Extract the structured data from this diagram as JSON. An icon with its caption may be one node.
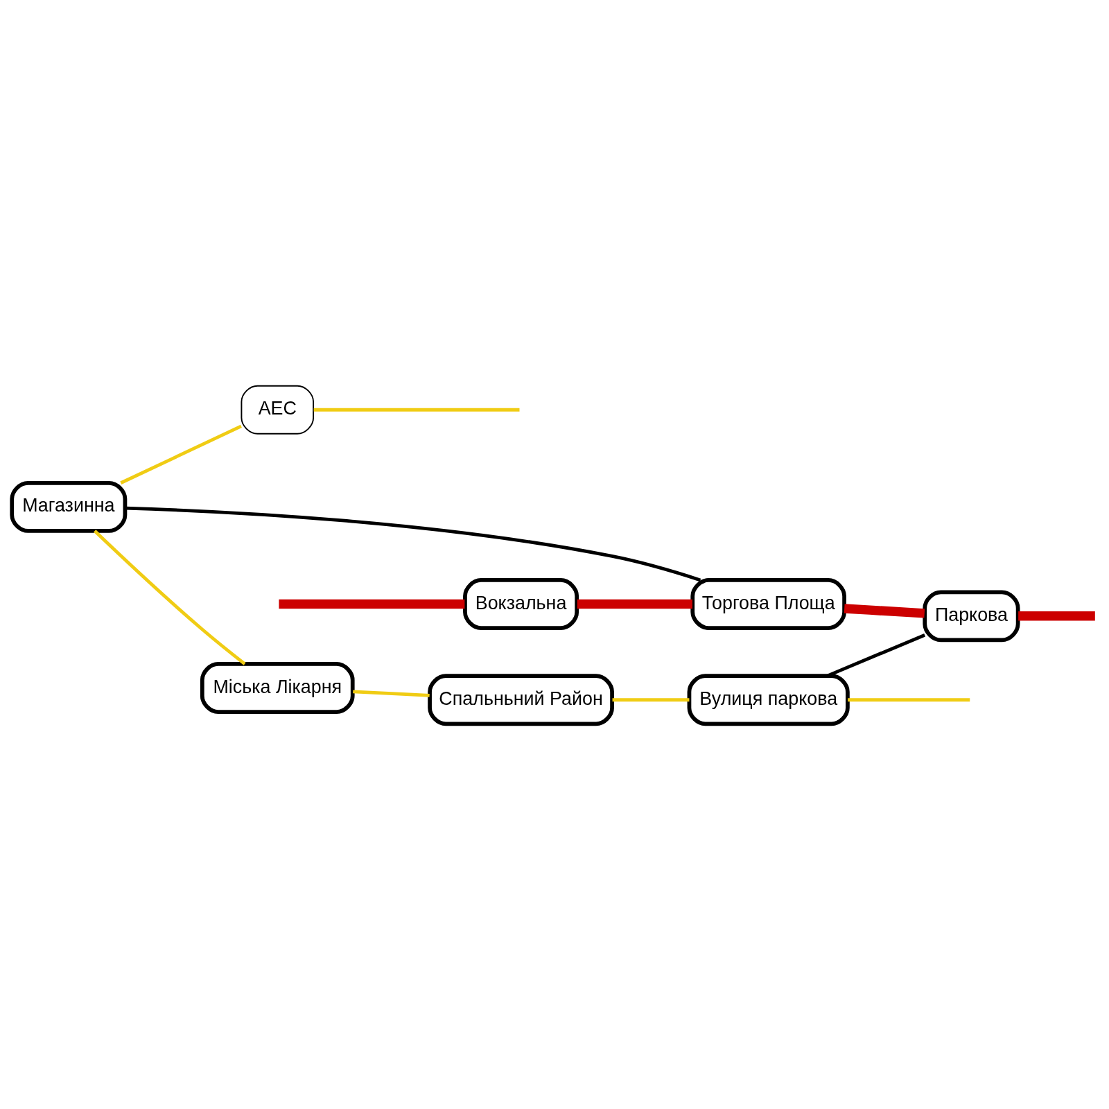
{
  "diagram": {
    "nodes": [
      {
        "text": [
          "Вокзальна"
        ]
      },
      {
        "text": [
          "Магазинна"
        ]
      },
      {
        "text": [
          "Торгова Площа"
        ]
      },
      {
        "text": [
          "Міська Лікарня"
        ]
      },
      {
        "text": [
          "Спальньний Район"
        ]
      },
      {
        "text": [
          "Вулиця паркова"
        ]
      },
      {
        "text": [
          "Паркова"
        ]
      },
      {
        "text": [
          "АЕС"
        ]
      }
    ],
    "edges": [
      {
        "from": null,
        "to": 0,
        "arrow": "none",
        "style": "thick",
        "color": "#cc0000"
      },
      {
        "from": 0,
        "to": 2,
        "arrow": "none",
        "style": "thick",
        "color": "#cc0000"
      },
      {
        "from": 2,
        "to": 6,
        "arrow": "none",
        "style": "thick",
        "color": "#cc0000"
      },
      {
        "from": 6,
        "to": null,
        "arrow": "none",
        "style": "thick",
        "color": "#cc0000"
      },
      {
        "from": 1,
        "to": 2,
        "arrow": "none",
        "color": "#000000"
      },
      {
        "from": 1,
        "to": 3,
        "arrow": "none",
        "color": "#f0cc14"
      },
      {
        "from": 3,
        "to": 4,
        "arrow": "none",
        "color": "#f0cc14"
      },
      {
        "from": 4,
        "to": 5,
        "arrow": "none",
        "color": "#f0cc14"
      },
      {
        "from": 5,
        "to": null,
        "arrow": "none",
        "color": "#f0cc14"
      },
      {
        "from": 5,
        "to": 6,
        "arrow": "none",
        "color": "#000000"
      },
      {
        "from": 1,
        "to": 7,
        "arrow": "none",
        "color": "#f0cc14"
      },
      {
        "from": 7,
        "to": null,
        "arrow": "none",
        "color": "#f0cc14"
      }
    ]
  }
}
